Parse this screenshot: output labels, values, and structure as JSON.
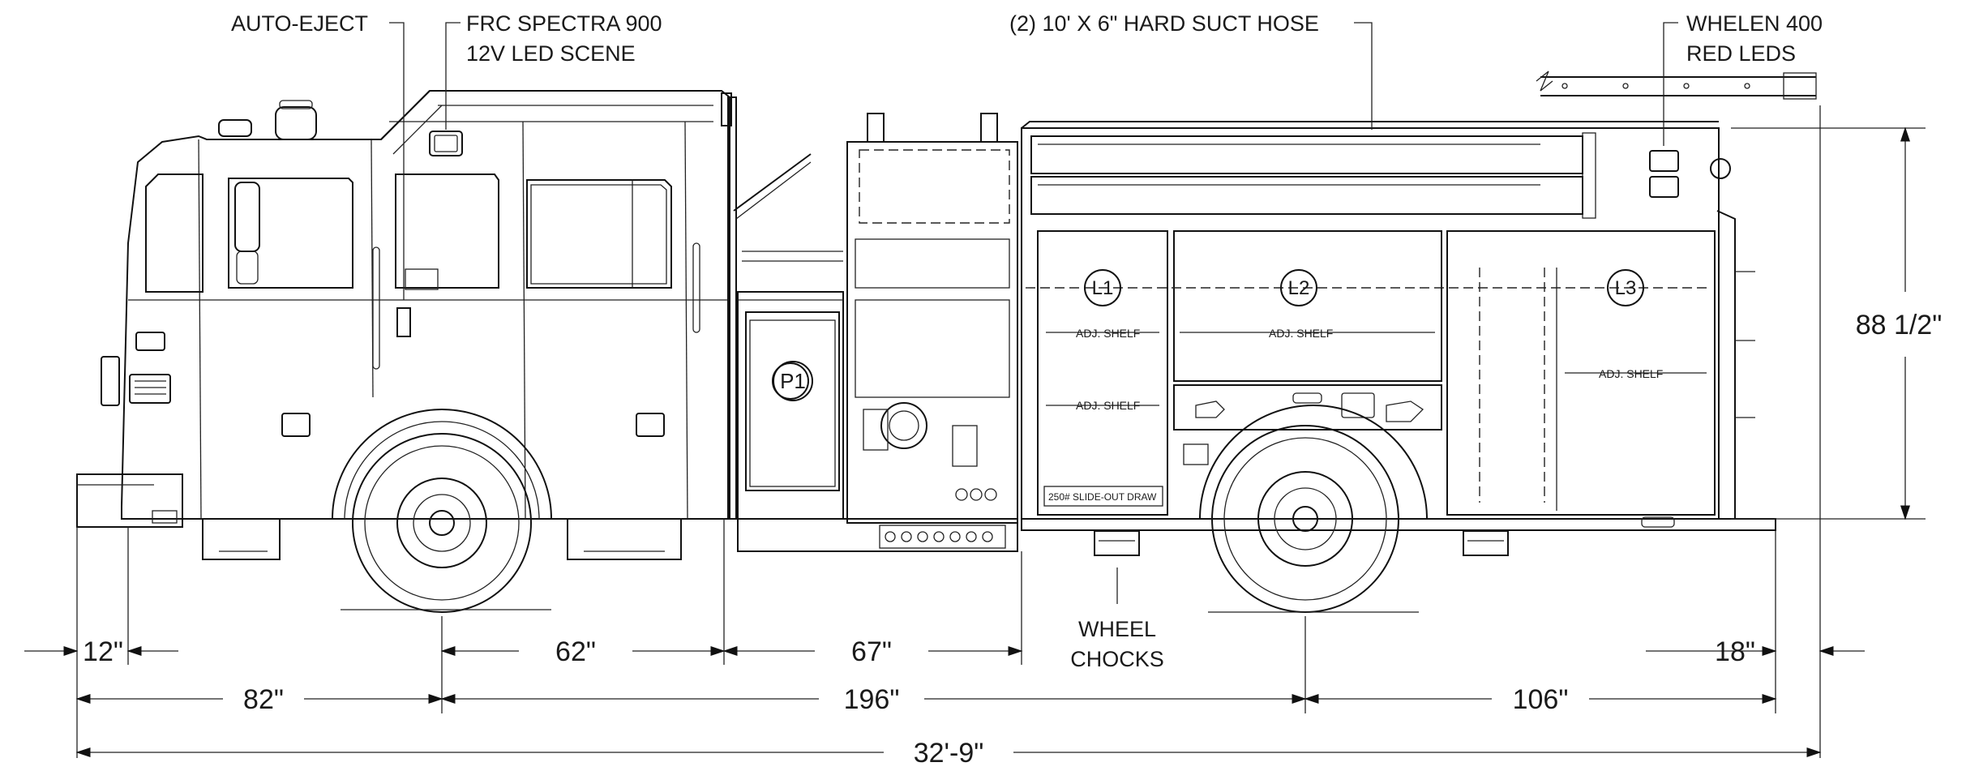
{
  "callouts": {
    "auto_eject": "AUTO-EJECT",
    "scene_light_line1": "FRC SPECTRA 900",
    "scene_light_line2": "12V LED SCENE",
    "hard_suction_hose": "(2) 10' X 6\" HARD SUCT HOSE",
    "whelen_line1": "WHELEN 400",
    "whelen_line2": "RED LEDS",
    "wheel_chocks_line1": "WHEEL",
    "wheel_chocks_line2": "CHOCKS"
  },
  "compartments": {
    "p1": "P1",
    "l1": "L1",
    "l2": "L2",
    "l3": "L3"
  },
  "shelves": {
    "l1_upper": "ADJ. SHELF",
    "l1_lower": "ADJ. SHELF",
    "l2": "ADJ. SHELF",
    "l3": "ADJ. SHELF",
    "slide_out": "250# SLIDE-OUT DRAW"
  },
  "dimensions": {
    "front_overhang": "12\"",
    "front_to_axle": "82\"",
    "cab_axle_to_body": "62\"",
    "pump_module": "67\"",
    "wheelbase": "196\"",
    "rear_axle_to_end": "106\"",
    "rear_step": "18\"",
    "overall_height": "88 1/2\"",
    "overall_length": "32'-9\""
  }
}
